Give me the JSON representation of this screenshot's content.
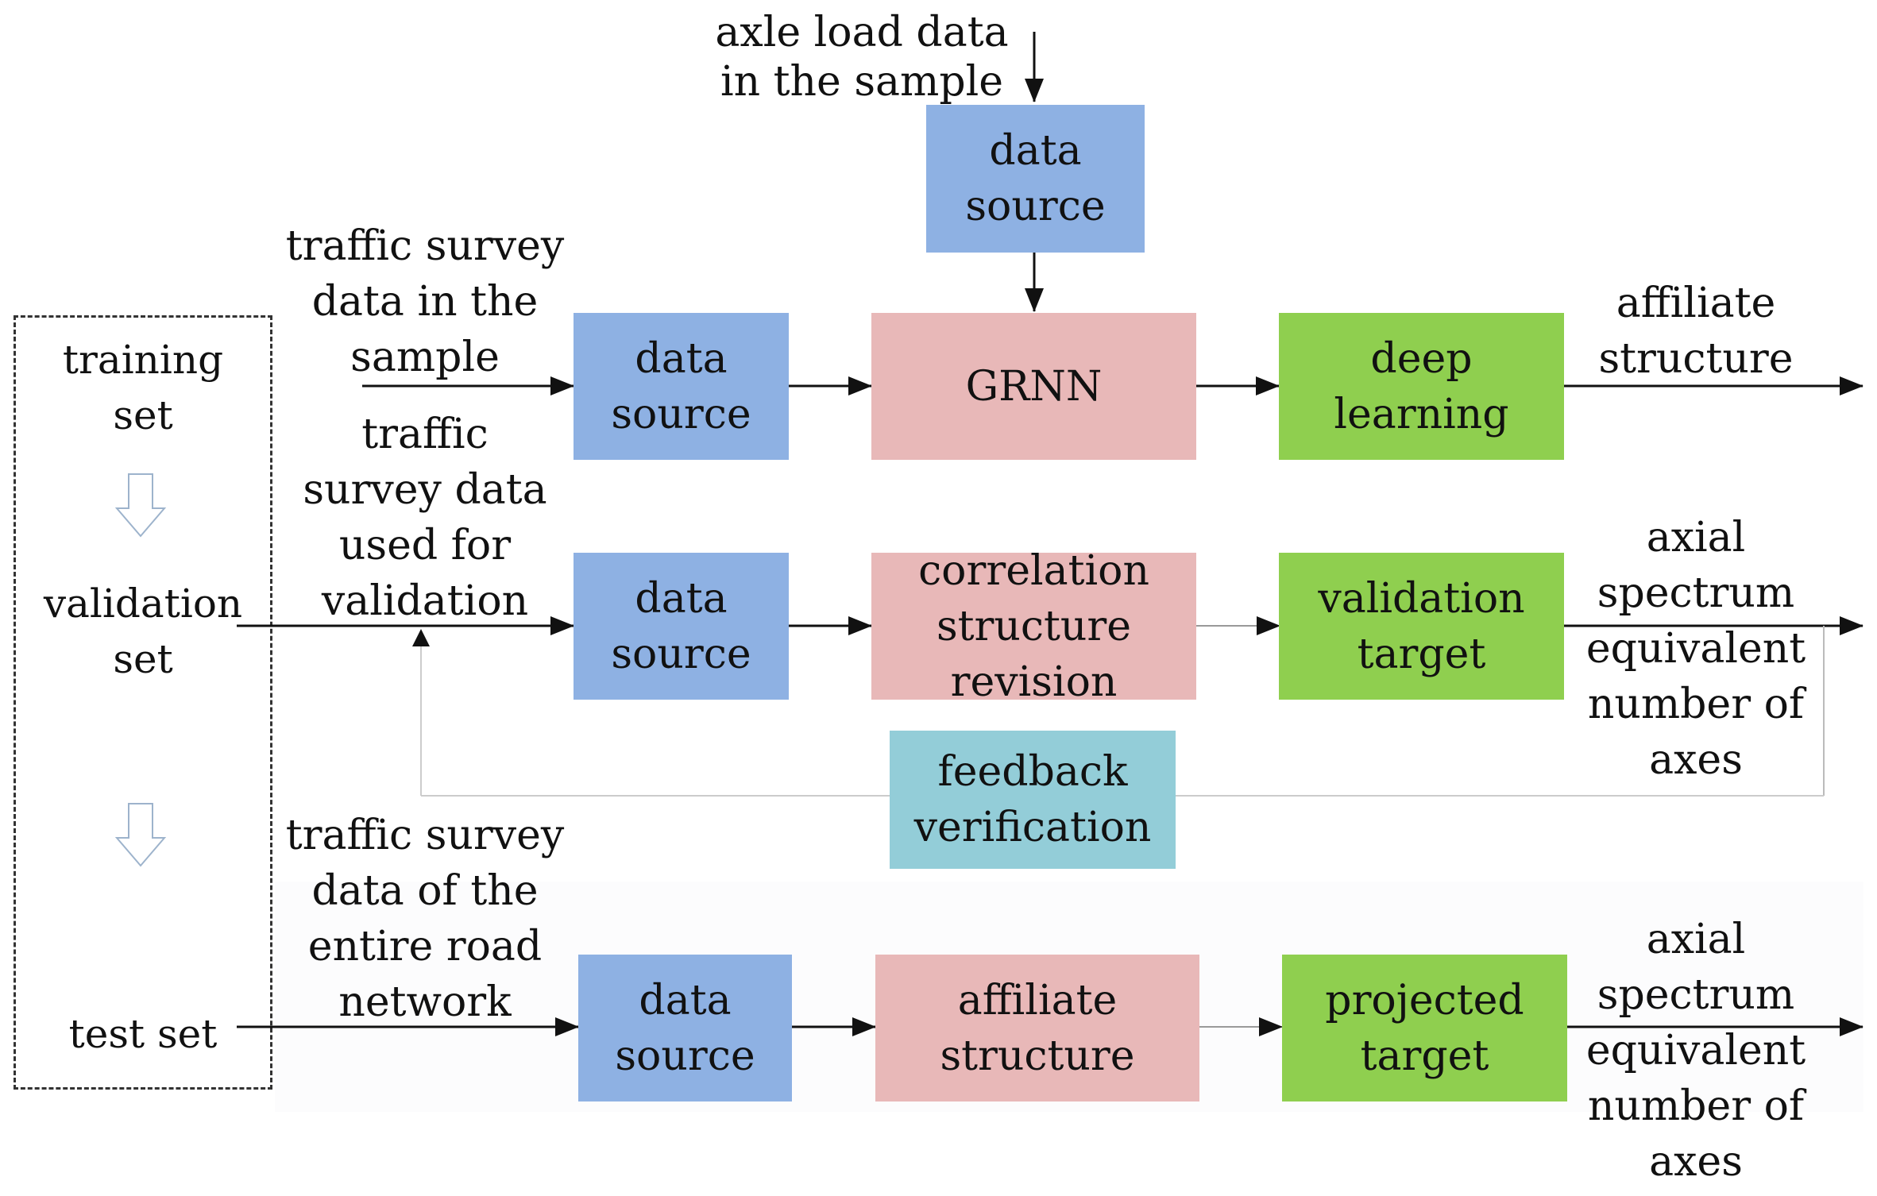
{
  "top_input_label": "axle load data\nin the sample",
  "row1": {
    "input_label": "traffic survey\ndata in the\nsample",
    "source": "data\nsource",
    "top_source": "data\nsource",
    "process": "GRNN",
    "stage": "deep\nlearning",
    "output_label": "affiliate\nstructure"
  },
  "row2": {
    "input_label": "traffic\nsurvey data\nused for\nvalidation",
    "source": "data\nsource",
    "process": "correlation\nstructure\nrevision",
    "stage": "validation\ntarget",
    "output_label": "axial\nspectrum\nequivalent\nnumber of\naxes"
  },
  "feedback": "feedback\nverification",
  "row3": {
    "input_label": "traffic survey\ndata of the\nentire road\nnetwork",
    "source": "data\nsource",
    "process": "affiliate\nstructure",
    "stage": "projected\ntarget",
    "output_label": "axial\nspectrum\nequivalent\nnumber of\naxes"
  },
  "sets": {
    "training": "training\nset",
    "validation": "validation\nset",
    "test": "test set"
  },
  "colors": {
    "source": "#8eb1e3",
    "process": "#e8b8b8",
    "stage": "#8fcf4f",
    "feedback": "#93cdd8"
  }
}
